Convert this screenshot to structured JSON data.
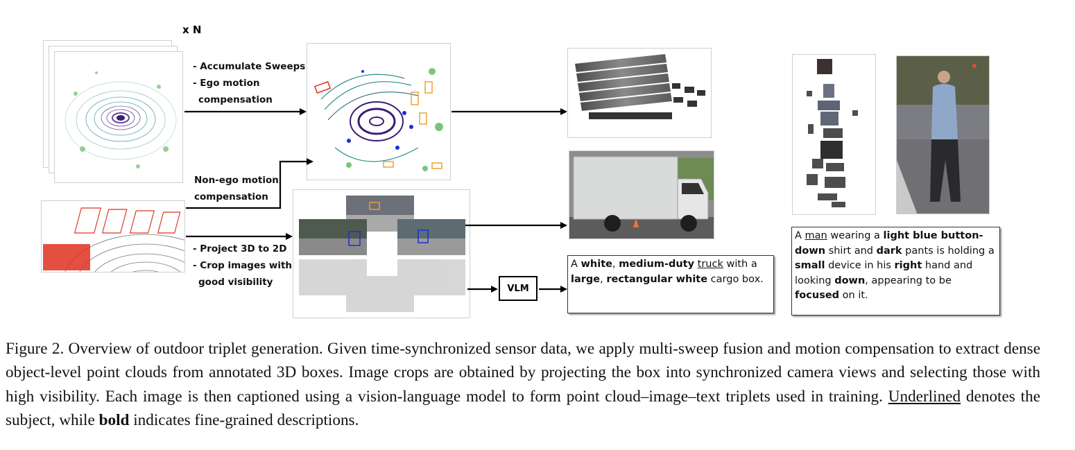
{
  "figure": {
    "multiplier": "x N",
    "labels": {
      "accumulate": "- Accumulate Sweeps",
      "ego_1": "- Ego motion",
      "ego_2": "compensation",
      "nonego_1": "Non-ego motion",
      "nonego_2": "compensation",
      "project": "- Project 3D to 2D",
      "crop_1": "- Crop images with",
      "crop_2": "good visibility"
    },
    "vlm_label": "VLM",
    "truck_caption": {
      "p1": "A ",
      "b1": "white",
      "p2": ", ",
      "b2": "medium-duty",
      "p3": " ",
      "u1": "truck",
      "p4": " with a ",
      "b3": "large",
      "p5": ", ",
      "b4": "rectangular white",
      "p6": " cargo box."
    },
    "person_caption": {
      "p1": "A ",
      "u1": "man",
      "p2": " wearing a ",
      "b1": "light blue button-down",
      "p3": " shirt and ",
      "b2": "dark",
      "p4": " pants is holding a ",
      "b3": "small",
      "p5": " device in his ",
      "b4": "right",
      "p6": " hand and looking ",
      "b5": "down",
      "p7": ", appearing to be ",
      "b6": "focused",
      "p8": " on it."
    }
  },
  "caption": {
    "prefix": "Figure 2. Overview of outdoor triplet generation. Given time-synchronized sensor data, we apply multi-sweep fusion and motion compensation to extract dense object-level point clouds from annotated 3D boxes. Image crops are obtained by projecting the box into synchronized camera views and selecting those with high visibility. Each image is then captioned using a vision-language model to form point cloud–image–text triplets used in training. ",
    "underlined": "Underlined",
    "middle": " denotes the subject, while ",
    "bold": "bold",
    "suffix": " indicates fine-grained descriptions."
  },
  "colors": {
    "lidar_teal": "#2d8f8a",
    "lidar_purple": "#3b1c78",
    "lidar_green": "#7cc47a",
    "box_red": "#e03020",
    "box_orange": "#f0a030",
    "proj_blue": "#1a2fd6"
  }
}
